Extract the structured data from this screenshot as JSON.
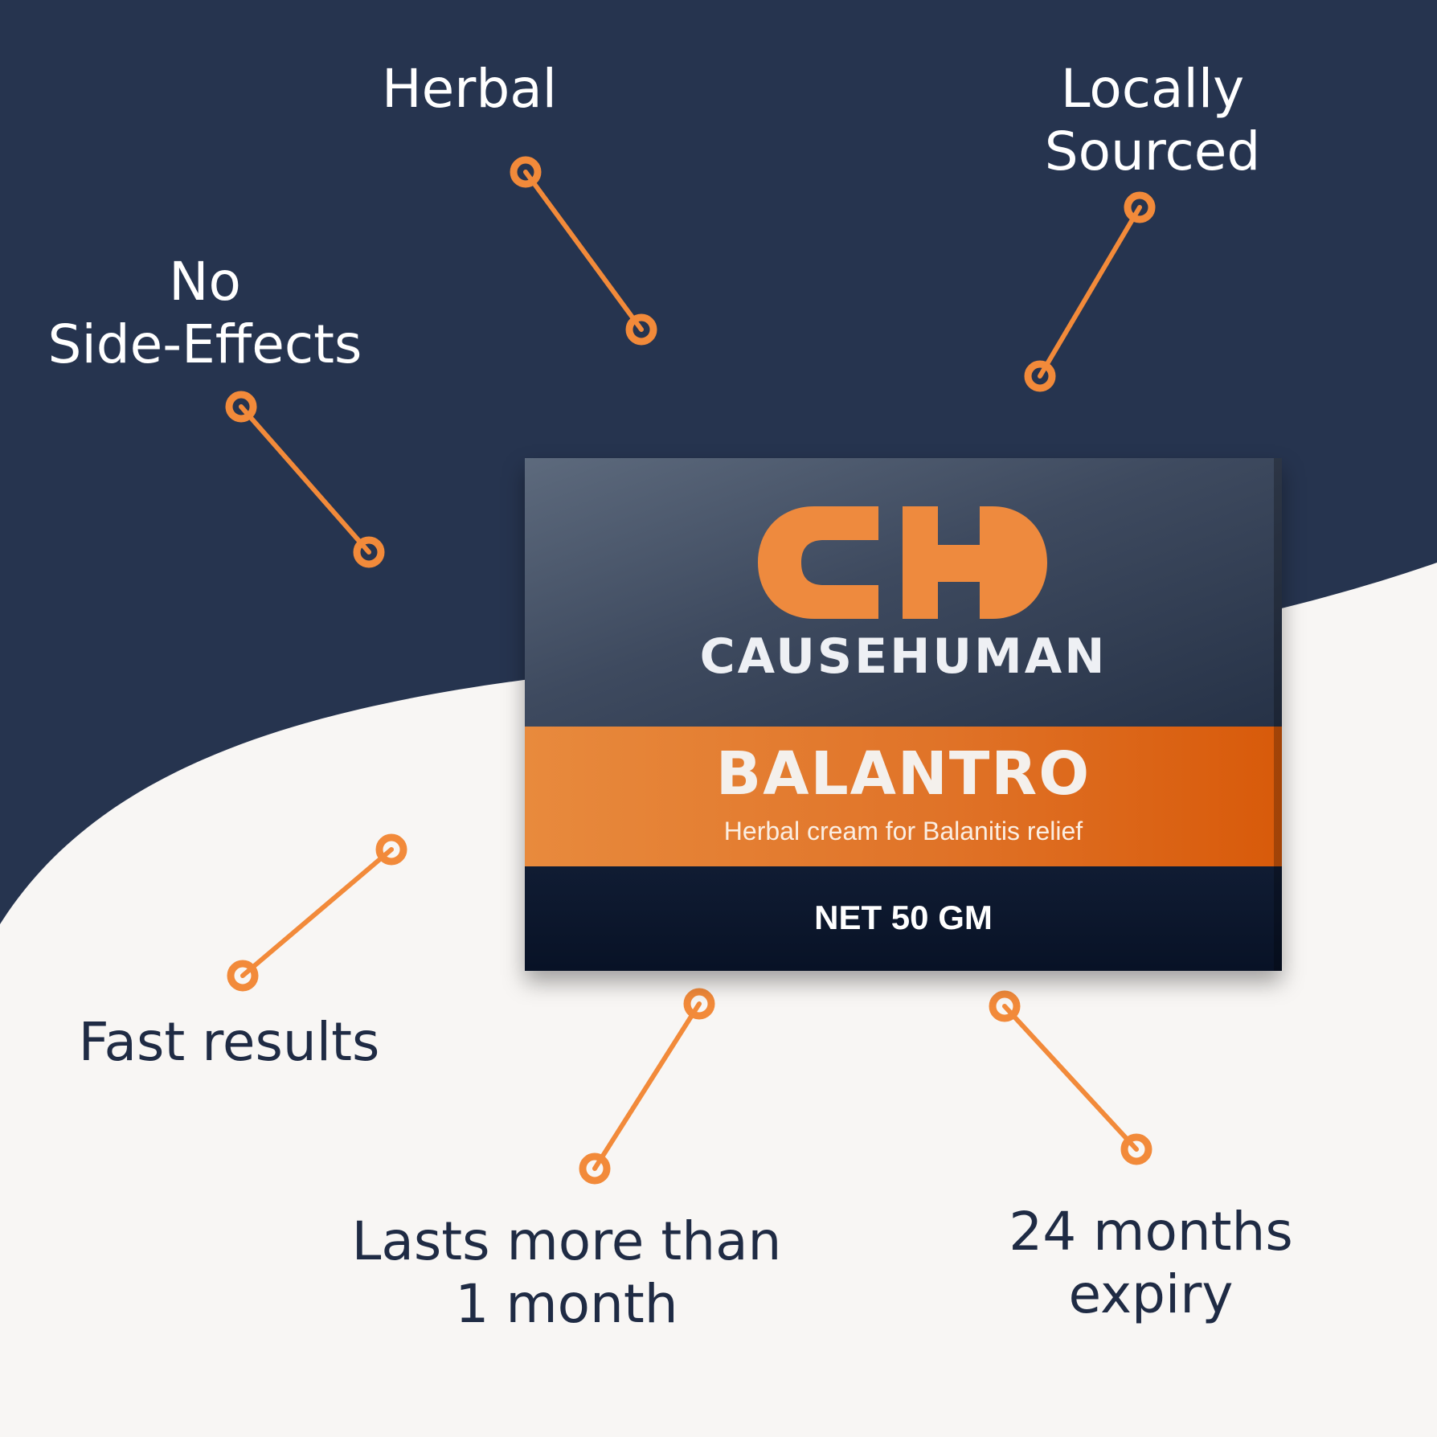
{
  "colors": {
    "navy": "#26344f",
    "cream": "#f8f6f4",
    "accent_orange": "#f28a3a",
    "text_dark": "#1f2b44",
    "text_light": "#ffffff"
  },
  "features": [
    {
      "icon": "connector-line-icon",
      "lines": [
        "Herbal"
      ]
    },
    {
      "icon": "connector-line-icon",
      "lines": [
        "Locally",
        "Sourced"
      ]
    },
    {
      "icon": "connector-line-icon",
      "lines": [
        "No",
        "Side-Effects"
      ]
    },
    {
      "icon": "connector-line-icon",
      "lines": [
        "Fast results"
      ]
    },
    {
      "icon": "connector-line-icon",
      "lines": [
        "Lasts more than",
        "1 month"
      ]
    },
    {
      "icon": "connector-line-icon",
      "lines": [
        "24 months",
        "expiry"
      ]
    }
  ],
  "product_box": {
    "logo_icon": "ch-logo-icon",
    "brand": "CAUSEHUMAN",
    "product_name": "BALANTRO",
    "tagline": "Herbal cream for Balanitis relief",
    "net_weight": "NET 50 GM"
  }
}
